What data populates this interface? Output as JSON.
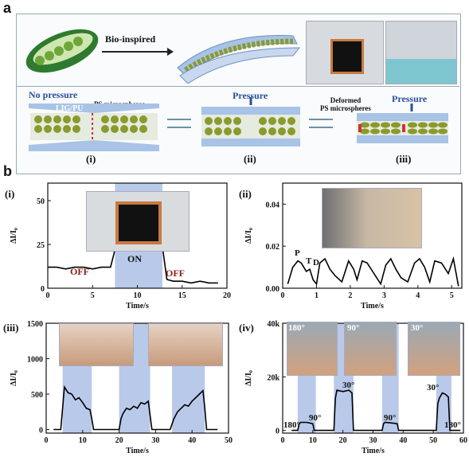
{
  "panel_a": {
    "letter": "a",
    "bio_inspired": "Bio-inspired",
    "no_pressure": "No pressure",
    "lig_pu": "LIG/PU",
    "ps_microspheres": "PS microspheres",
    "pressure_ii": "Pressure",
    "deformed_ps": "Deformed\nPS microspheres",
    "pressure_iii": "Pressure",
    "stage_i": "(i)",
    "stage_ii": "(ii)",
    "stage_iii": "(iii)"
  },
  "panel_b": {
    "letter": "b",
    "i": {
      "tag": "(i)",
      "off1": "OFF",
      "on": "ON",
      "off2": "OFF",
      "xlabel": "Time/s",
      "ylabel": "ΔI/I₀"
    },
    "ii": {
      "tag": "(ii)",
      "P": "P",
      "T": "T",
      "D": "D",
      "xlabel": "Time/s",
      "ylabel": "ΔI/I₀"
    },
    "iii": {
      "tag": "(iii)",
      "xlabel": "Time/s",
      "ylabel": "ΔI/I₀"
    },
    "iv": {
      "tag": "(iv)",
      "xlabel": "Time/s",
      "ylabel": "ΔI/I₀",
      "angle_labels": [
        "180°",
        "90°",
        "30°",
        "90°",
        "30°",
        "180°"
      ],
      "photo_labels": [
        "180°",
        "90°",
        "30°"
      ]
    }
  },
  "chart_data": [
    {
      "type": "line",
      "id": "b-i",
      "xlabel": "Time/s",
      "ylabel": "ΔI/I₀",
      "xlim": [
        0,
        20
      ],
      "ylim": [
        0,
        60
      ],
      "xticks": [
        0,
        5,
        10,
        15,
        20
      ],
      "yticks": [
        0,
        25,
        50
      ],
      "x": [
        0,
        1,
        2,
        3,
        4,
        5,
        6,
        7,
        7.4,
        7.8,
        8.5,
        9,
        10,
        11,
        12,
        12.6,
        12.9,
        13.3,
        14,
        15,
        16,
        17,
        18,
        19
      ],
      "y": [
        12,
        12,
        11,
        12,
        12,
        11,
        12,
        12,
        20,
        30,
        32,
        33,
        33,
        34,
        35,
        34,
        20,
        5,
        4,
        4,
        3,
        4,
        3,
        3
      ],
      "shaded": [
        [
          7.5,
          12.8
        ]
      ]
    },
    {
      "type": "line",
      "id": "b-ii",
      "xlabel": "Time/s",
      "ylabel": "ΔI/I₀",
      "xlim": [
        0,
        5.3
      ],
      "ylim": [
        0,
        0.05
      ],
      "xticks": [
        0,
        1,
        2,
        3,
        4,
        5
      ],
      "yticks": [
        0.0,
        0.02,
        0.04
      ],
      "x": [
        0.15,
        0.3,
        0.45,
        0.55,
        0.7,
        0.8,
        0.9,
        1.0,
        1.1,
        1.25,
        1.4,
        1.55,
        1.75,
        1.95,
        2.1,
        2.2,
        2.35,
        2.5,
        2.7,
        2.9,
        3.05,
        3.2,
        3.35,
        3.5,
        3.7,
        3.9,
        4.05,
        4.2,
        4.35,
        4.5,
        4.7,
        4.9,
        5.05,
        5.2
      ],
      "y": [
        0.002,
        0.01,
        0.013,
        0.012,
        0.008,
        0.009,
        0.004,
        0.002,
        0.012,
        0.014,
        0.009,
        0.006,
        0.003,
        0.013,
        0.009,
        0.004,
        0.013,
        0.012,
        0.007,
        0.002,
        0.011,
        0.014,
        0.009,
        0.005,
        0.003,
        0.012,
        0.014,
        0.01,
        0.003,
        0.013,
        0.012,
        0.007,
        0.014,
        0.001
      ]
    },
    {
      "type": "line",
      "id": "b-iii",
      "xlabel": "Time/s",
      "ylabel": "ΔI/I₀",
      "xlim": [
        0,
        50
      ],
      "ylim": [
        -50,
        1500
      ],
      "xticks": [
        0,
        10,
        20,
        30,
        40,
        50
      ],
      "yticks": [
        0,
        500,
        1000,
        1500
      ],
      "x": [
        2,
        4,
        4.5,
        5,
        6,
        7,
        8,
        9,
        10,
        11,
        12,
        12.5,
        13,
        16,
        20,
        20.5,
        21,
        22,
        23,
        24,
        25,
        26,
        27,
        28,
        28.5,
        29,
        32,
        34,
        35,
        36,
        37,
        38,
        39,
        40,
        41,
        42,
        43,
        43.5,
        44,
        47
      ],
      "y": [
        0,
        0,
        300,
        600,
        520,
        500,
        420,
        450,
        380,
        300,
        280,
        150,
        0,
        0,
        0,
        150,
        220,
        300,
        280,
        330,
        300,
        380,
        360,
        400,
        200,
        0,
        0,
        0,
        150,
        250,
        300,
        350,
        330,
        400,
        450,
        500,
        550,
        300,
        0,
        0
      ],
      "shaded": [
        [
          4.5,
          12.5
        ],
        [
          20,
          28.5
        ],
        [
          34.5,
          43.5
        ]
      ]
    },
    {
      "type": "line",
      "id": "b-iv",
      "xlabel": "Time/s",
      "ylabel": "ΔI/I₀",
      "xlim": [
        0,
        60
      ],
      "ylim": [
        -1000,
        40000
      ],
      "xticks": [
        0,
        10,
        20,
        30,
        40,
        50,
        60
      ],
      "yticks": [
        0,
        20000,
        40000
      ],
      "x": [
        3,
        5,
        5.5,
        6,
        8,
        10,
        10.5,
        11,
        17,
        17.5,
        18,
        20,
        22,
        23,
        23.5,
        24,
        33,
        33.5,
        34,
        36,
        38,
        38.5,
        39,
        51,
        51.5,
        52,
        53,
        54,
        55,
        55.5,
        56,
        59
      ],
      "y": [
        0,
        0,
        2500,
        3000,
        3000,
        2500,
        0,
        0,
        0,
        12000,
        15000,
        14500,
        15000,
        14000,
        0,
        0,
        0,
        2500,
        3000,
        2800,
        2500,
        0,
        0,
        0,
        10000,
        12000,
        14000,
        13500,
        12500,
        0,
        0,
        0
      ],
      "shaded": [
        [
          5,
          11
        ],
        [
          17,
          23.5
        ],
        [
          33,
          38.5
        ],
        [
          51,
          56
        ]
      ]
    }
  ],
  "colors": {
    "shade": "#b9c9ea",
    "line": "#000000",
    "state_text": "#8b1a1a",
    "heading_blue": "#2a4f9a",
    "layer_blue": "#a8c3e6",
    "sphere": "#8a9a2c"
  }
}
